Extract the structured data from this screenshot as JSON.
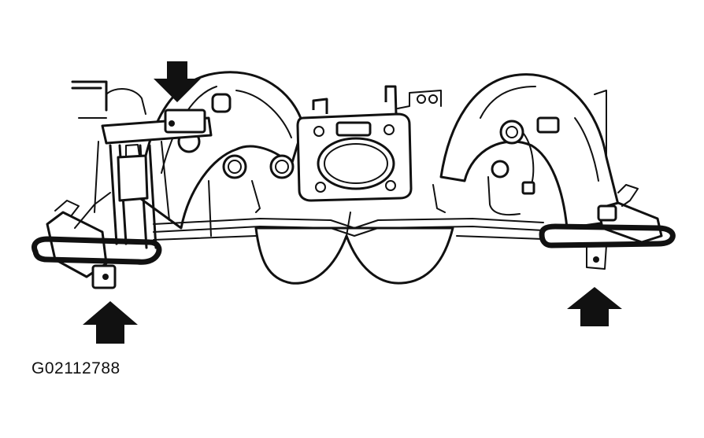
{
  "figure": {
    "id_label": "G02112788"
  },
  "colors": {
    "ink": "#111111",
    "background": "#ffffff"
  },
  "callouts": [
    {
      "name": "arrow-top-left",
      "direction": "down"
    },
    {
      "name": "arrow-bottom-left",
      "direction": "up"
    },
    {
      "name": "arrow-bottom-right",
      "direction": "up"
    }
  ]
}
